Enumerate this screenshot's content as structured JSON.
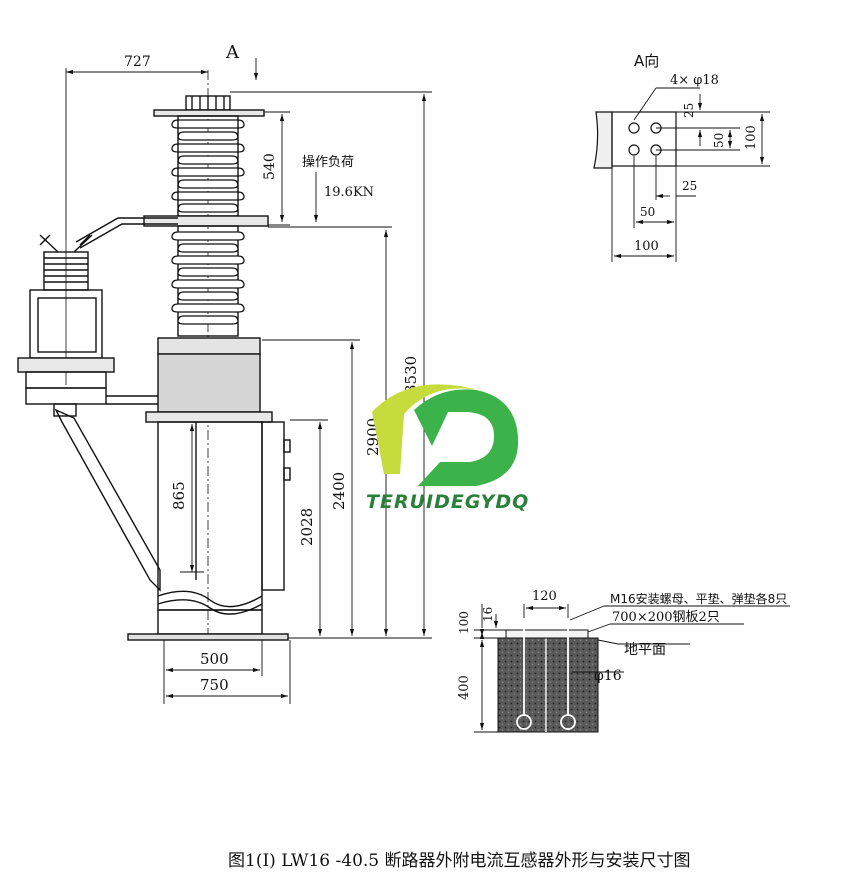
{
  "caption": "图1(I)  LW16 -40.5 断路器外附电流互感器外形与安装尺寸图",
  "main_view": {
    "dims": {
      "d727": "727",
      "d540": "540",
      "d3530": "3530",
      "d2900": "2900",
      "d2400": "2400",
      "d2028": "2028",
      "d865": "865",
      "d500": "500",
      "d750": "750"
    },
    "view_marker": "A",
    "load_label": "操作负荷",
    "load_value": "19.6KN"
  },
  "view_a": {
    "title": "A向",
    "holes": "4× φ18",
    "d25_top": "25",
    "d50_v": "50",
    "d100_v": "100",
    "d25_h": "25",
    "d50_h": "50",
    "d100_h": "100"
  },
  "foundation": {
    "d120": "120",
    "d16": "16",
    "d100": "100",
    "d400": "400",
    "phi16": "φ16",
    "note1": "M16安装螺母、平垫、弹垫各8只",
    "note2": "700×200钢板2只",
    "note3": "地平面"
  },
  "logo": {
    "text": "TERUIDEGYDQ",
    "green": "#3cb34a",
    "yellow_green": "#c6dc3c"
  }
}
